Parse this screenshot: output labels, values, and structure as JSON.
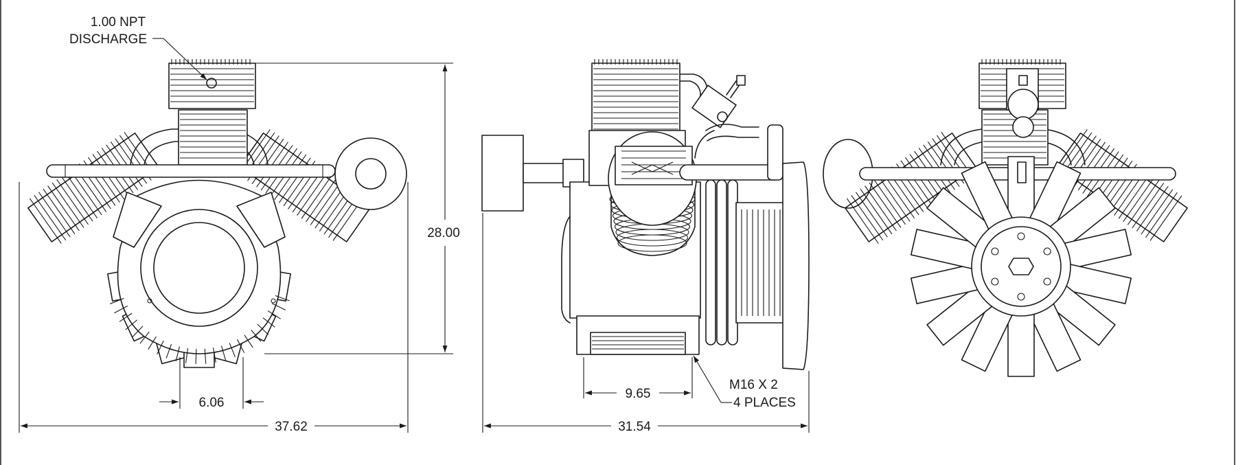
{
  "annotations": {
    "discharge_line1": "1.00 NPT",
    "discharge_line2": "DISCHARGE",
    "mount_line1": "M16 X 2",
    "mount_line2": "4 PLACES"
  },
  "dimensions": {
    "overall_width_front": "37.62",
    "overall_height": "28.00",
    "foot_spacing": "6.06",
    "base_width": "9.65",
    "overall_width_side": "31.54"
  },
  "views": [
    "front-view",
    "side-view",
    "rear-view"
  ],
  "colors": {
    "line": "#1a1a1a",
    "paper": "#ffffff",
    "frame": "#555555"
  }
}
